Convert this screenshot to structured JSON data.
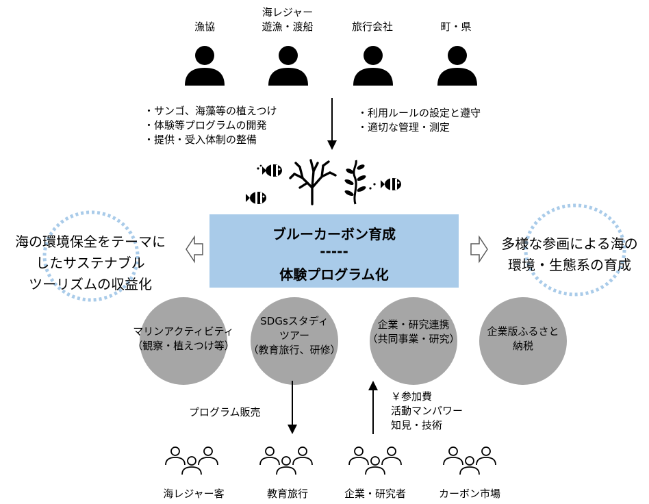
{
  "stakeholders": [
    {
      "lines": [
        "漁協"
      ]
    },
    {
      "lines": [
        "海レジャー",
        "遊漁・渡船"
      ]
    },
    {
      "lines": [
        "旅行会社"
      ]
    },
    {
      "lines": [
        "町・県"
      ]
    }
  ],
  "left_actions": [
    "・サンゴ、海藻等の植えつけ",
    "・体験等プログラムの開発",
    "・提供・受入体制の整備"
  ],
  "right_actions": [
    "・利用ルールの設定と遵守",
    "・適切な管理・測定"
  ],
  "main_box": {
    "line1": "ブルーカーボン育成",
    "line2": "-----",
    "line3": "体験プログラム化"
  },
  "left_outcome": [
    "海の環境保全をテーマに",
    "したサステナブル",
    "ツーリズムの収益化"
  ],
  "right_outcome": [
    "多様な参画による海の",
    "環境・生態系の育成"
  ],
  "programs": [
    {
      "lines": [
        "マリンアクティビティ",
        "（観察・植えつけ等）"
      ]
    },
    {
      "lines": [
        "SDGsスタディ",
        "ツアー",
        "（教育旅行、研修）"
      ]
    },
    {
      "lines": [
        "企業・研究連携",
        "（共同事業・研究）"
      ]
    },
    {
      "lines": [
        "企業版ふるさと",
        "納税"
      ]
    }
  ],
  "flow_down_label": "プログラム販売",
  "flow_up_labels": [
    "￥参加費",
    "活動マンパワー",
    "知見・技術"
  ],
  "customers": [
    "海レジャー客",
    "教育旅行",
    "企業・研究者",
    "カーボン市場"
  ],
  "colors": {
    "main_box": "#a9cbe9",
    "program_circle": "#a6a6a6",
    "dashed_ring": "#a9cbe9",
    "icon": "#000000"
  },
  "icons": [
    "person-icon",
    "fish-icon",
    "coral-icon",
    "seaweed-icon",
    "group-icon",
    "hollow-arrow-left-icon",
    "hollow-arrow-right-icon"
  ]
}
